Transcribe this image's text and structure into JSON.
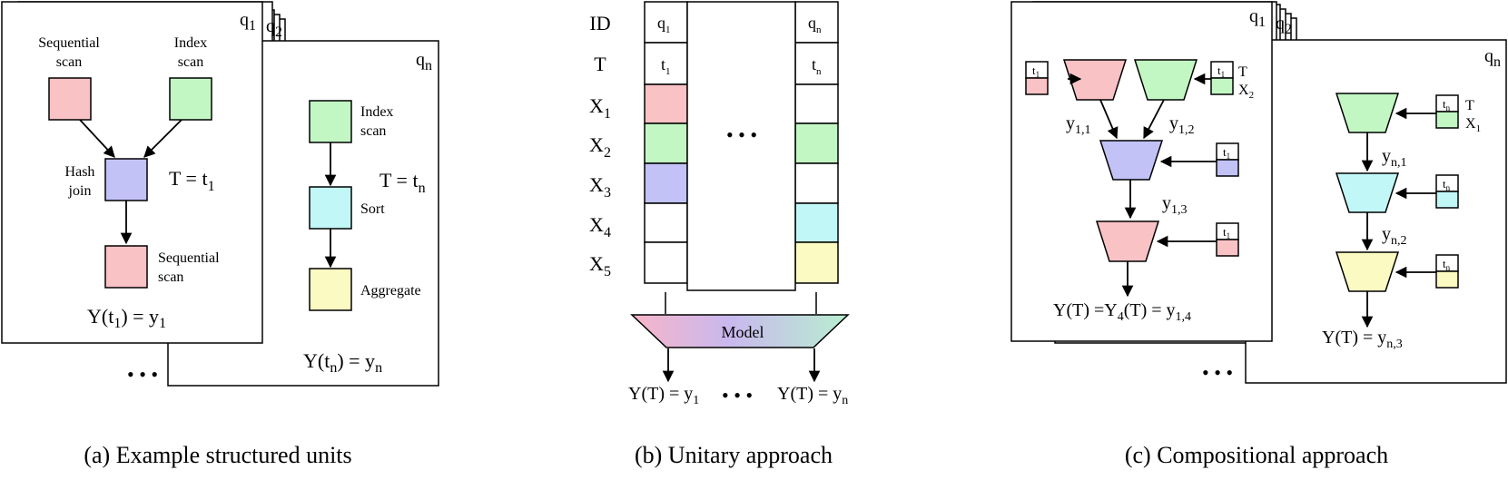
{
  "colors": {
    "red": "#f9c2c4",
    "green": "#c2f7c4",
    "blue": "#c2c2f7",
    "cyan": "#c2f7f7",
    "yellow": "#fafac2",
    "white": "#ffffff"
  },
  "panel_a": {
    "caption": "(a) Example structured units",
    "q1": "q",
    "q1_sub": "1",
    "q2": "q",
    "q2_sub": "2",
    "qn": "q",
    "qn_sub": "n",
    "seq_scan_top_1": "Sequential",
    "seq_scan_top_2": "scan",
    "index_scan_1": "Index",
    "index_scan_2": "scan",
    "hash_join_1": "Hash",
    "hash_join_2": "join",
    "seq_scan_bot_1": "Sequential",
    "seq_scan_bot_2": "scan",
    "t_eq_t1": "T = t",
    "t_eq_t1_sub": "1",
    "y_t1_a": "Y(t",
    "y_t1_sub1": "1",
    "y_t1_b": ") = y",
    "y_t1_sub2": "1",
    "index_scan_n_1": "Index",
    "index_scan_n_2": "scan",
    "sort": "Sort",
    "aggregate": "Aggregate",
    "t_eq_tn": "T = t",
    "t_eq_tn_sub": "n",
    "y_tn_a": "Y(t",
    "y_tn_sub1": "n",
    "y_tn_b": ") = y",
    "y_tn_sub2": "n",
    "dots": "• • •"
  },
  "panel_b": {
    "caption": "(b) Unitary approach",
    "rows": [
      {
        "label": "ID",
        "sub": ""
      },
      {
        "label": "T",
        "sub": ""
      },
      {
        "label": "X",
        "sub": "1"
      },
      {
        "label": "X",
        "sub": "2"
      },
      {
        "label": "X",
        "sub": "3"
      },
      {
        "label": "X",
        "sub": "4"
      },
      {
        "label": "X",
        "sub": "5"
      }
    ],
    "col1_id": "q",
    "col1_id_sub": "1",
    "col1_t": "t",
    "col1_t_sub": "1",
    "coln_id": "q",
    "coln_id_sub": "n",
    "coln_t": "t",
    "coln_t_sub": "n",
    "col1_features": [
      "red",
      "green",
      "blue",
      "white",
      "white"
    ],
    "coln_features": [
      "white",
      "green",
      "white",
      "cyan",
      "yellow"
    ],
    "middle_dots": "• • •",
    "model": "Model",
    "out1_a": "Y(T) = y",
    "out1_sub": "1",
    "outn_a": "Y(T) = y",
    "outn_sub": "n",
    "out_dots": "• • •"
  },
  "panel_c": {
    "caption": "(c) Compositional approach",
    "q1": "q",
    "q1_sub": "1",
    "q2": "q",
    "q2_sub": "2",
    "qn": "q",
    "qn_sub": "n",
    "y11": "y",
    "y11_sub": "1,1",
    "y12": "y",
    "y12_sub": "1,2",
    "y13": "y",
    "y13_sub": "1,3",
    "t_label": "T",
    "x2_label": "X",
    "x2_sub": "2",
    "x1_label": "X",
    "x1_sub": "1",
    "tag_t1": "t",
    "tag_t1_sub": "1",
    "tag_tn": "t",
    "tag_tn_sub": "n",
    "out_1a": "Y(T) =Y",
    "out_1sub": "4",
    "out_1b": "(T) = y",
    "out_1sub2": "1,4",
    "yn1": "y",
    "yn1_sub": "n,1",
    "yn2": "y",
    "yn2_sub": "n,2",
    "out_na": "Y(T) = y",
    "out_nsub": "n,3",
    "dots": "• • •"
  }
}
